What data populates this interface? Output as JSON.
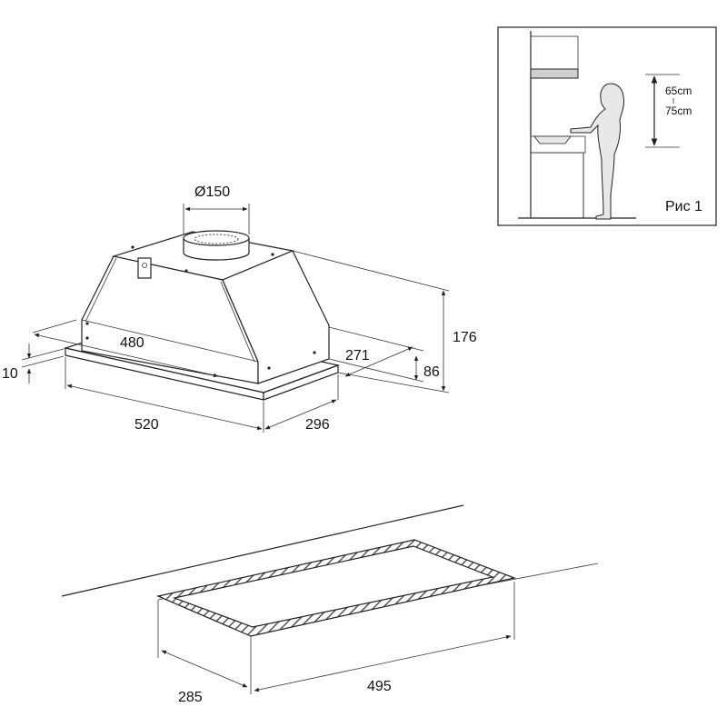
{
  "hood_dimensions": {
    "duct_diameter": "Ø150",
    "inner_width": "480",
    "outer_width": "520",
    "depth": "296",
    "inner_depth": "271",
    "height_total": "176",
    "height_body": "86",
    "flange": "10"
  },
  "cutout_dimensions": {
    "depth": "285",
    "width": "495"
  },
  "inset_figure": {
    "height_min": "65cm",
    "height_max": "75cm",
    "caption": "Рис 1"
  }
}
